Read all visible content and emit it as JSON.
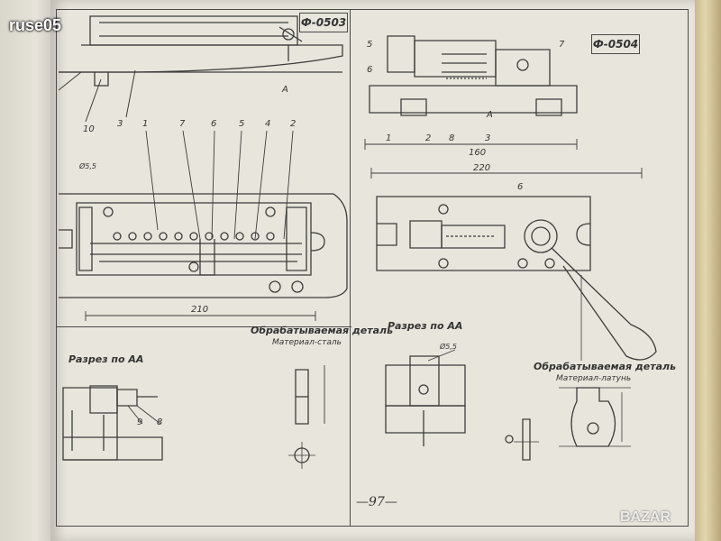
{
  "watermark": {
    "left": "ruse05",
    "right": "BAZAR"
  },
  "page_number": "—97—",
  "left_plate": {
    "code": "Ф-0503",
    "section_title": "Разрез по АА",
    "part_title": "Обрабатываемая деталь",
    "material": "Материал-сталь",
    "dim_width": "210",
    "callouts_top": [
      "10",
      "3"
    ],
    "callouts_plan": [
      "1",
      "7",
      "6",
      "5",
      "4",
      "2"
    ],
    "callouts_section": [
      "9",
      "8"
    ],
    "hole_dim": "Ø5,5",
    "section_arrow": "А"
  },
  "right_plate": {
    "code": "Ф-0504",
    "section_title": "Разрез по АА",
    "part_title": "Обрабатываемая деталь",
    "material": "Материал-латунь",
    "dim_width_top": "160",
    "dim_width_plan": "220",
    "callouts_top": [
      "5",
      "6",
      "7"
    ],
    "callouts_bottom": [
      "1",
      "2",
      "8",
      "3"
    ],
    "callout_plan": "6",
    "hole_dim": "Ø5,5",
    "section_arrow": "А"
  }
}
